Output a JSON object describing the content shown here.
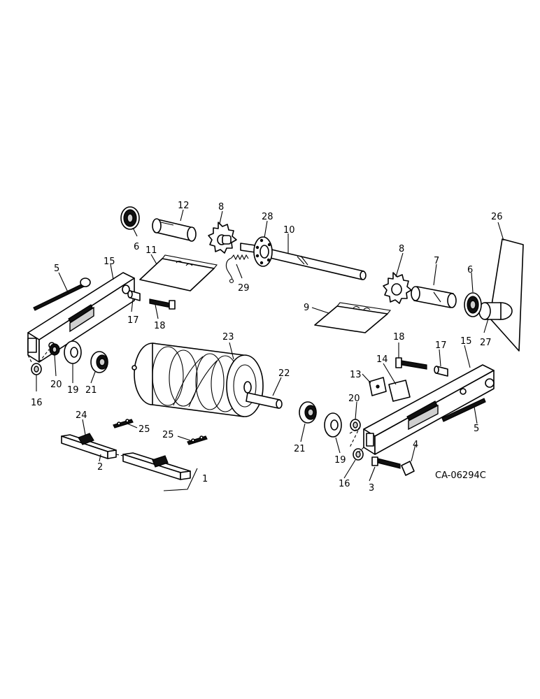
{
  "diagram": {
    "drawing_code": "CA-06294C",
    "callouts": [
      {
        "id": "c1",
        "text": "1"
      },
      {
        "id": "c2",
        "text": "2"
      },
      {
        "id": "c3",
        "text": "3"
      },
      {
        "id": "c4",
        "text": "4"
      },
      {
        "id": "c5a",
        "text": "5"
      },
      {
        "id": "c5b",
        "text": "5"
      },
      {
        "id": "c6a",
        "text": "6"
      },
      {
        "id": "c6b",
        "text": "6"
      },
      {
        "id": "c7",
        "text": "7"
      },
      {
        "id": "c8a",
        "text": "8"
      },
      {
        "id": "c8b",
        "text": "8"
      },
      {
        "id": "c9",
        "text": "9"
      },
      {
        "id": "c10",
        "text": "10"
      },
      {
        "id": "c11",
        "text": "11"
      },
      {
        "id": "c12",
        "text": "12"
      },
      {
        "id": "c13",
        "text": "13"
      },
      {
        "id": "c14",
        "text": "14"
      },
      {
        "id": "c15a",
        "text": "15"
      },
      {
        "id": "c15b",
        "text": "15"
      },
      {
        "id": "c16a",
        "text": "16"
      },
      {
        "id": "c16b",
        "text": "16"
      },
      {
        "id": "c17a",
        "text": "17"
      },
      {
        "id": "c17b",
        "text": "17"
      },
      {
        "id": "c18a",
        "text": "18"
      },
      {
        "id": "c18b",
        "text": "18"
      },
      {
        "id": "c19a",
        "text": "19"
      },
      {
        "id": "c19b",
        "text": "19"
      },
      {
        "id": "c20a",
        "text": "20"
      },
      {
        "id": "c20b",
        "text": "20"
      },
      {
        "id": "c21a",
        "text": "21"
      },
      {
        "id": "c21b",
        "text": "21"
      },
      {
        "id": "c22",
        "text": "22"
      },
      {
        "id": "c23",
        "text": "23"
      },
      {
        "id": "c24",
        "text": "24"
      },
      {
        "id": "c25a",
        "text": "25"
      },
      {
        "id": "c25b",
        "text": "25"
      },
      {
        "id": "c26",
        "text": "26"
      },
      {
        "id": "c27",
        "text": "27"
      },
      {
        "id": "c28",
        "text": "28"
      },
      {
        "id": "c29",
        "text": "29"
      }
    ]
  }
}
